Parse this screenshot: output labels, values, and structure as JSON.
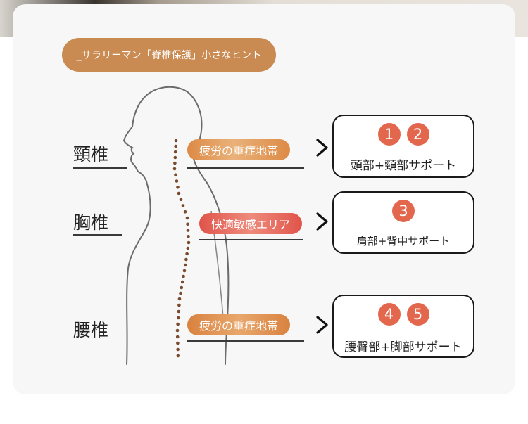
{
  "title": "_サラリーマン「脊椎保護」小さなヒント",
  "regions": [
    {
      "label": "頸椎",
      "tag": "疲労の重症地帯",
      "badges": [
        "1",
        "2"
      ],
      "support": "頭部+頸部サポート"
    },
    {
      "label": "胸椎",
      "tag": "快適敏感エリア",
      "badges": [
        "3"
      ],
      "support": "肩部+背中サポート"
    },
    {
      "label": "腰椎",
      "tag": "疲労の重症地帯",
      "badges": [
        "4",
        "5"
      ],
      "support": "腰臀部+脚部サポート"
    }
  ],
  "colors": {
    "accent": "#c98b52",
    "badge": "#e2674d",
    "spine_dots": "#7a4a2e",
    "tag_gradient_orange": "#dd8a45",
    "tag_gradient_red": "#e0544a"
  },
  "icons": {
    "arrow": "chevron-right-icon"
  }
}
